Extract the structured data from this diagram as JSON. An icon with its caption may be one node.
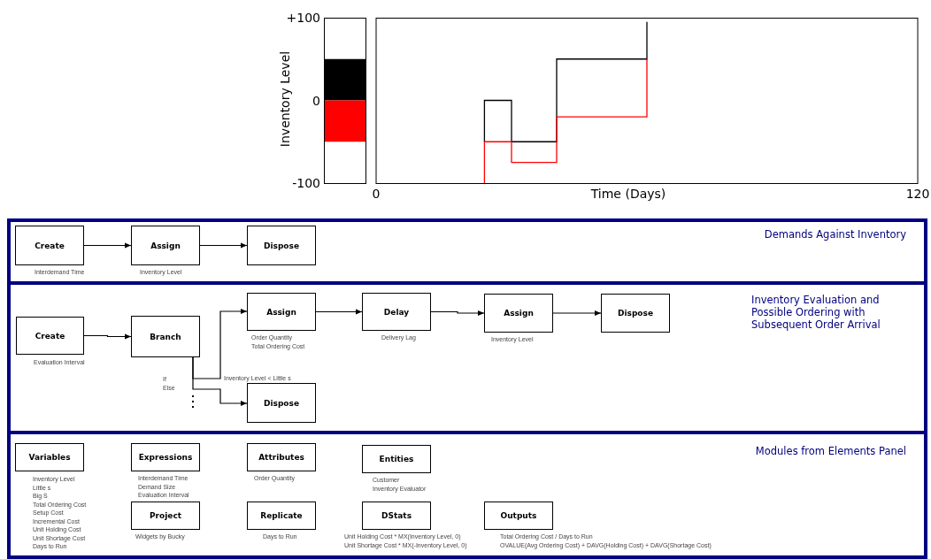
{
  "diagram": {
    "nodes": [
      {
        "text": [
          "Demands Against Inventory"
        ]
      },
      {
        "text": [
          "Create"
        ],
        "in": 0,
        "beside": [
          "Interdemand Time"
        ]
      },
      {
        "text": [
          "Assign"
        ],
        "in": 0,
        "beside": [
          "Inventory Level"
        ]
      },
      {
        "text": [
          "Dispose"
        ],
        "in": 0
      },
      {
        "text": [
          "Inventory Evaluation and Possible Ordering with Subsequent Order Arrival"
        ]
      },
      {
        "text": [
          "Create"
        ],
        "in": 4,
        "beside": [
          "Evaluation Interval"
        ]
      },
      {
        "text": [
          "Branch"
        ],
        "in": 4,
        "beside": [
          "If",
          "Else"
        ]
      },
      {
        "text": [
          "Assign"
        ],
        "in": 4,
        "beside": [
          "Order Quantity",
          "Total Ordering Cost"
        ]
      },
      {
        "text": [
          "Delay"
        ],
        "in": 4,
        "beside": [
          "Delivery Lag"
        ]
      },
      {
        "text": [
          "Assign"
        ],
        "in": 4,
        "beside": [
          "Inventory Level"
        ]
      },
      {
        "text": [
          "Dispose"
        ],
        "in": 4
      },
      {
        "text": [
          "Dispose"
        ],
        "in": 4
      },
      {
        "text": [
          "Modules from Elements Panel"
        ]
      },
      {
        "text": [
          "Variables"
        ],
        "in": 12,
        "beside": [
          "Inventory Level",
          "Little s",
          "Big S",
          "Total Ordering Cost",
          "Setup Cost",
          "Incremental Cost",
          "Unit Holding Cost",
          "Unit Shortage Cost",
          "Days to Run"
        ]
      },
      {
        "text": [
          "Expressions"
        ],
        "in": 12,
        "beside": [
          "Interdemand Time",
          "Demand Size",
          "Evaluation Interval"
        ]
      },
      {
        "text": [
          "Attributes"
        ],
        "in": 12,
        "beside": [
          "Order Quantity"
        ]
      },
      {
        "text": [
          "Entities"
        ],
        "in": 12,
        "beside": [
          "Customer",
          "Inventory Evaluator"
        ]
      },
      {
        "text": [
          "Project"
        ],
        "in": 12,
        "beside": [
          "Widgets by Bucky"
        ]
      },
      {
        "text": [
          "Replicate"
        ],
        "in": 12,
        "beside": [
          "Days to Run"
        ]
      },
      {
        "text": [
          "DStats"
        ],
        "in": 12,
        "beside": [
          "Unit Holding Cost * MX(Inventory Level, 0)",
          "Unit Shortage Cost * MX(-Inventory Level, 0)"
        ]
      },
      {
        "text": [
          "Outputs"
        ],
        "in": 12,
        "beside": [
          "Total Ordering Cost / Days to Run",
          "OVALUE(Avg Ordering Cost) + DAVG(Holding Cost) + DAVG(Shortage Cost)"
        ]
      }
    ],
    "edges": [
      {
        "from": 1,
        "to": 2,
        "arrow": "to"
      },
      {
        "from": 2,
        "to": 3,
        "arrow": "to"
      },
      {
        "from": 5,
        "to": 6,
        "arrow": "to"
      },
      {
        "from": 6,
        "to": 7,
        "arrow": "to",
        "label": "Inventory Level < Little s"
      },
      {
        "from": 6,
        "to": 11,
        "arrow": "to"
      },
      {
        "from": 7,
        "to": 8,
        "arrow": "to"
      },
      {
        "from": 8,
        "to": 9,
        "arrow": "to"
      },
      {
        "from": 9,
        "to": 10,
        "arrow": "to"
      }
    ],
    "chart_data": {
      "type": "line",
      "xlabel": "Time (Days)",
      "ylabel": "Inventory Level",
      "x": [
        24,
        24,
        30,
        30,
        40,
        40,
        60,
        60
      ],
      "series": [
        {
          "color": "#000000",
          "values": [
            -50,
            0,
            0,
            -50,
            -50,
            50,
            50,
            95
          ]
        },
        {
          "color": "#ff0000",
          "values": [
            -100,
            -50,
            -50,
            -75,
            -75,
            -20,
            -20,
            50
          ]
        }
      ],
      "xlim": [
        0,
        120
      ],
      "ylim": [
        -100,
        100
      ],
      "xticks": [
        0,
        120
      ],
      "yticks": [
        {
          "value": 100,
          "label": "+100"
        },
        0,
        -100
      ]
    }
  }
}
